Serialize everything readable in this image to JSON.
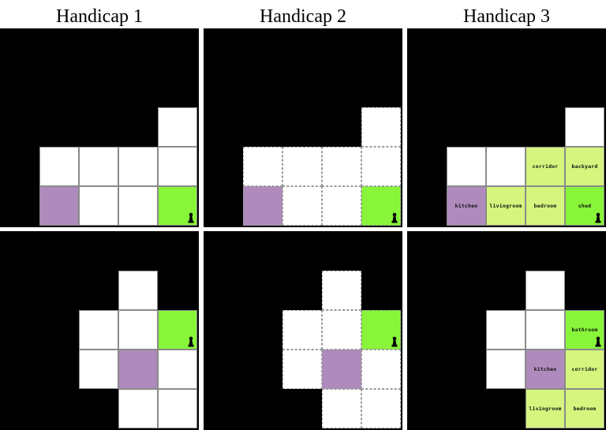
{
  "columns": [
    {
      "title": "Handicap 1"
    },
    {
      "title": "Handicap 2"
    },
    {
      "title": "Handicap 3"
    }
  ],
  "room_labels": {
    "corridor": "corridor",
    "backyard": "backyard",
    "kitchen": "kitchen",
    "livingroom": "livingroom",
    "bedroom": "bedroom",
    "shed": "shed",
    "bathroom": "bathroom"
  },
  "colors": {
    "background": "#000000",
    "room": "#ffffff",
    "start_room": "#af8bbd",
    "current_room": "#88f53a",
    "visited_room": "#d5f57e"
  },
  "icons": {
    "agent": "pawn-icon"
  }
}
